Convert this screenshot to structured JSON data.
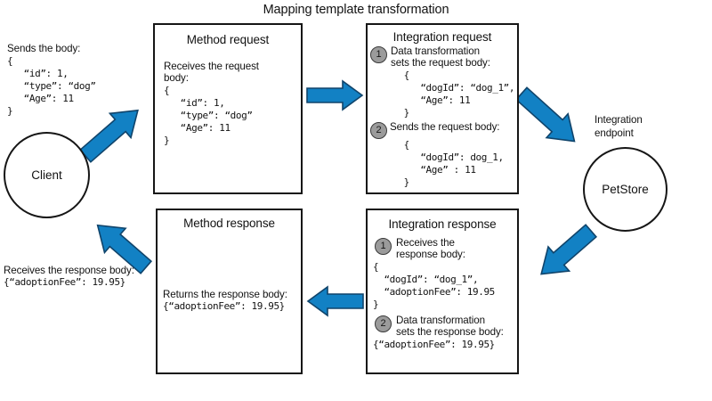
{
  "title": "Mapping template transformation",
  "colors": {
    "arrow_blue": "#1281c4",
    "arrow_outline": "#10446b",
    "badge_gray": "#9b9b9b",
    "stroke": "#161616",
    "background": "#ffffff"
  },
  "client": {
    "label": "Client",
    "request_note": {
      "heading": "Sends the body:",
      "body": "{\n   “id”: 1,\n   “type”: “dog”\n   “Age”: 11\n}"
    },
    "response_note": {
      "heading": "Receives the response body:",
      "body": "{“adoptionFee”: 19.95}"
    }
  },
  "endpoint": {
    "label": "Integration endpoint",
    "name": "PetStore"
  },
  "boxes": {
    "method_request": {
      "title": "Method request",
      "text": "Receives the request\nbody:",
      "body": "{\n   “id”: 1,\n   “type”: “dog”\n   “Age”: 11\n}"
    },
    "integration_request": {
      "title": "Integration request",
      "steps": [
        {
          "number": "1",
          "text": "Data transformation\nsets the request body:",
          "body": "   {\n      “dogId”: “dog_1”,\n      “Age”: 11\n   }"
        },
        {
          "number": "2",
          "text": "Sends the request body:",
          "body": "   {\n      “dogId”: dog_1,\n      “Age” : 11\n   }"
        }
      ]
    },
    "integration_response": {
      "title": "Integration response",
      "steps": [
        {
          "number": "1",
          "text": "Receives the\nresponse body:",
          "body": "{\n  “dogId”: “dog_1”,\n  “adoptionFee”: 19.95\n}"
        },
        {
          "number": "2",
          "text": "Data transformation\nsets the response body:",
          "body": "{“adoptionFee”: 19.95}"
        }
      ]
    },
    "method_response": {
      "title": "Method response",
      "text": "Returns the response body:",
      "body": "{“adoptionFee”: 19.95}"
    }
  },
  "arrows": [
    {
      "name": "client-to-method-request",
      "direction": "up-right"
    },
    {
      "name": "method-request-to-integration-request",
      "direction": "right"
    },
    {
      "name": "integration-request-to-endpoint",
      "direction": "down-right"
    },
    {
      "name": "endpoint-to-integration-response",
      "direction": "down-left"
    },
    {
      "name": "integration-response-to-method-response",
      "direction": "left"
    },
    {
      "name": "method-response-to-client",
      "direction": "up-left"
    }
  ]
}
